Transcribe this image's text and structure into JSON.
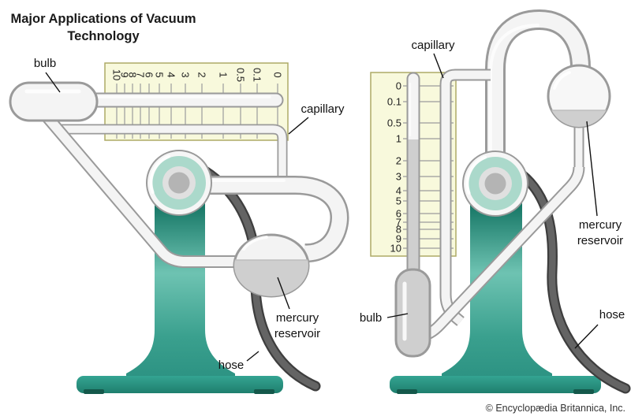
{
  "title": {
    "line1": "Major Applications of Vacuum",
    "line2": "Technology"
  },
  "copyright": "© Encyclopædia Britannica, Inc.",
  "scale": {
    "values": [
      "0",
      "0.1",
      "0.5",
      "1",
      "2",
      "3",
      "4",
      "5",
      "6",
      "7",
      "8",
      "9",
      "10"
    ]
  },
  "left_gauge": {
    "labels": {
      "bulb": "bulb",
      "capillary": "capillary",
      "mercury": "mercury",
      "reservoir": "reservoir",
      "hose": "hose"
    }
  },
  "right_gauge": {
    "labels": {
      "bulb": "bulb",
      "capillary": "capillary",
      "mercury": "mercury",
      "reservoir": "reservoir",
      "hose": "hose"
    }
  },
  "colors": {
    "stand_teal": "#2d9383",
    "stand_teal_dark": "#0e6f5e",
    "stand_teal_light": "#6ec3b2",
    "scale_plate_bg": "#f8f9dc",
    "scale_plate_border": "#aeaa67",
    "glass_outline": "#9a9a9a",
    "glass_fill": "#f4f4f4",
    "mercury_gray": "#cfcfcf",
    "hose_dark": "#3e3e3e",
    "hose_mid": "#646464",
    "knob_teal": "#abd9cb",
    "knob_center_gray": "#b4b4b4"
  }
}
